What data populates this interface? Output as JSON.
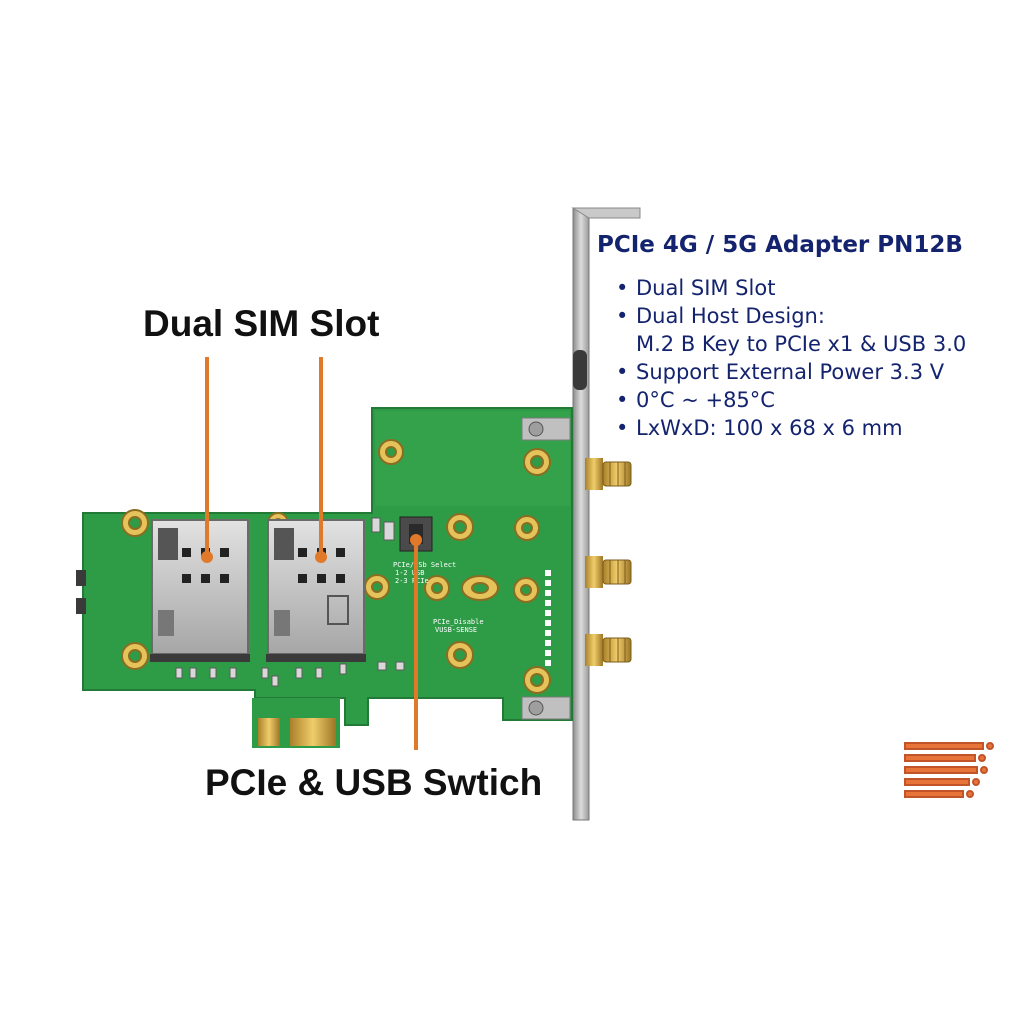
{
  "callouts": {
    "sim": "Dual SIM Slot",
    "switch": "PCIe & USB Swtich"
  },
  "spec": {
    "title": "PCIe 4G / 5G Adapter PN12B",
    "bullet": "•",
    "items": [
      "Dual SIM Slot",
      "Dual Host Design:",
      "Support External Power 3.3 V",
      "0°C ~ +85°C",
      "LxWxD: 100 x 68 x 6 mm"
    ],
    "item2_sub": "M.2 B Key to PCIe x1 & USB 3.0"
  },
  "silkscreen": {
    "switch_label": "PCIe/USb Select",
    "mode1": "1-2 USB",
    "mode2": "2-3 PCIe",
    "disable": "PCIe_Disable",
    "sense": "VUSB-SENSE"
  },
  "colors": {
    "pcb": "#2e9b46",
    "pcb_light": "#3fb055",
    "callout_line": "#e07a2a",
    "spec_text": "#14236e",
    "gold": "#c9a13a",
    "bracket": "#b9b9b9"
  }
}
